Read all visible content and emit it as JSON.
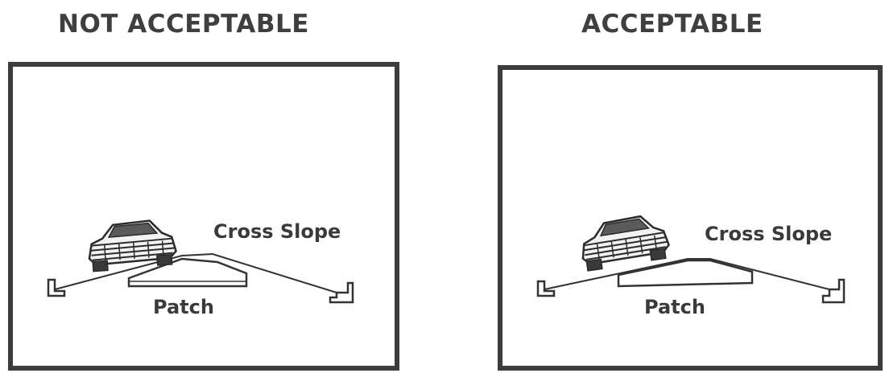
{
  "panels": [
    {
      "title": "NOT ACCEPTABLE",
      "cross_slope_label": "Cross Slope",
      "patch_label": "Patch"
    },
    {
      "title": "ACCEPTABLE",
      "cross_slope_label": "Cross Slope",
      "patch_label": "Patch"
    }
  ]
}
